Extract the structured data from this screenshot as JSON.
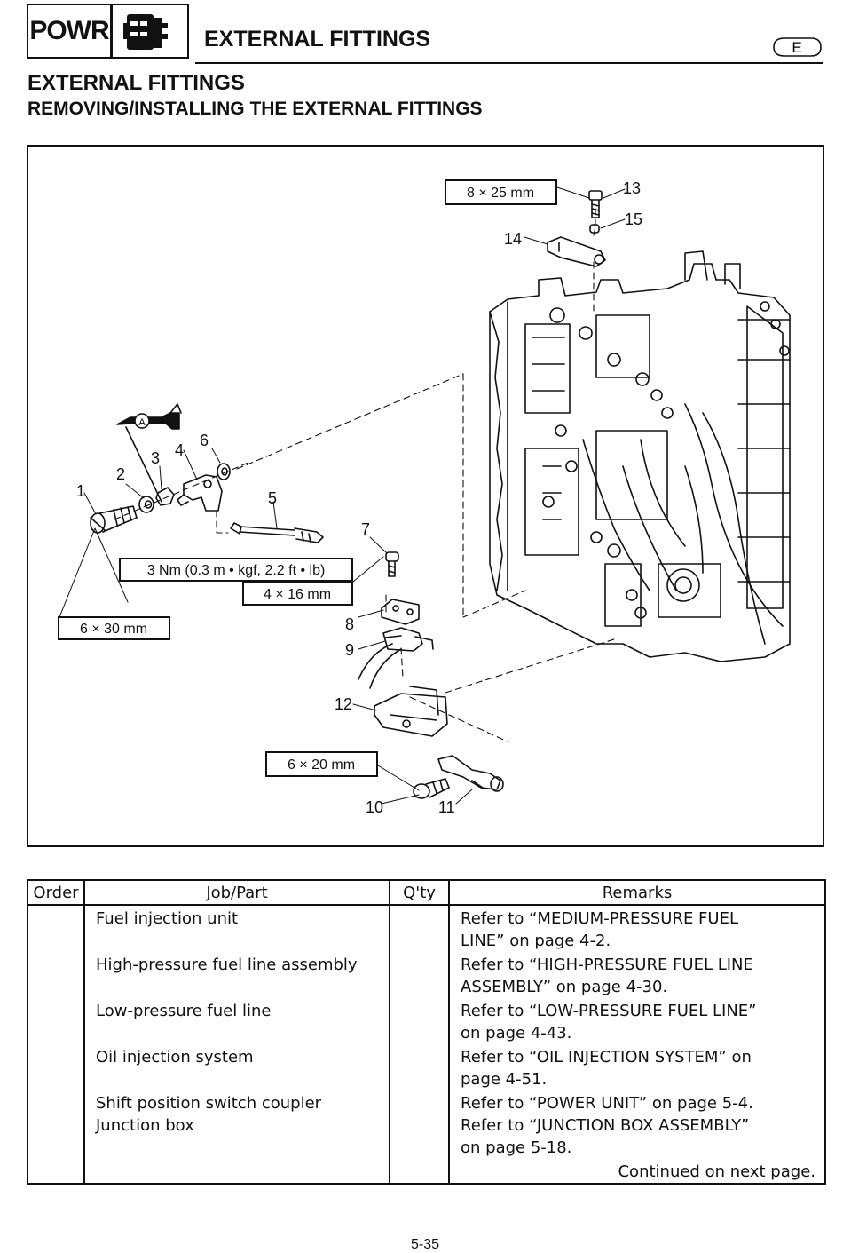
{
  "header": {
    "section_code": "POWR",
    "section_title": "EXTERNAL FITTINGS",
    "language": "E",
    "section_icon": "power-unit-icon"
  },
  "title": {
    "main": "EXTERNAL FITTINGS",
    "sub": "REMOVING/INSTALLING THE EXTERNAL FITTINGS"
  },
  "diagram": {
    "callouts": [
      "1",
      "2",
      "3",
      "4",
      "5",
      "6",
      "7",
      "8",
      "9",
      "10",
      "11",
      "12",
      "13",
      "14",
      "15"
    ],
    "annotation_A": "A",
    "specs": {
      "bolt_13": "8 × 25 mm",
      "torque_7": "3 Nm (0.3 m • kgf, 2.2 ft • lb)",
      "bolt_7": "4 × 16 mm",
      "bolt_1": "6 × 30 mm",
      "bolt_10": "6 × 20 mm"
    }
  },
  "table": {
    "headers": {
      "order": "Order",
      "job": "Job/Part",
      "qty": "Q'ty",
      "remarks": "Remarks"
    },
    "rows": [
      {
        "order": "",
        "job": "Fuel injection unit",
        "qty": "",
        "remarks": [
          "Refer to “MEDIUM-PRESSURE FUEL",
          "LINE” on page 4-2."
        ]
      },
      {
        "order": "",
        "job": "High-pressure fuel line assembly",
        "qty": "",
        "remarks": [
          "Refer to “HIGH-PRESSURE FUEL LINE",
          "ASSEMBLY” on page 4-30."
        ]
      },
      {
        "order": "",
        "job": "Low-pressure fuel line",
        "qty": "",
        "remarks": [
          "Refer to “LOW-PRESSURE FUEL LINE”",
          "on page 4-43."
        ]
      },
      {
        "order": "",
        "job": "Oil injection system",
        "qty": "",
        "remarks": [
          "Refer to “OIL INJECTION SYSTEM” on",
          "page 4-51."
        ]
      },
      {
        "order": "",
        "job": "Shift position switch coupler",
        "qty": "",
        "remarks": [
          "Refer to “POWER UNIT” on page 5-4."
        ]
      },
      {
        "order": "",
        "job": "Junction box",
        "qty": "",
        "remarks": [
          "Refer to “JUNCTION BOX ASSEMBLY”",
          "on page 5-18."
        ]
      }
    ],
    "continued": "Continued on next page."
  },
  "page_number": "5-35"
}
